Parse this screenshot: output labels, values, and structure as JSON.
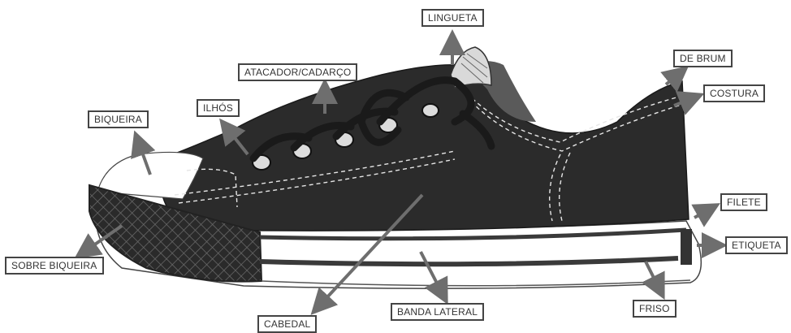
{
  "labels": {
    "lingueta": "LINGUETA",
    "atacador": "ATACADOR/CADARÇO",
    "de_brum": "DE BRUM",
    "costura": "COSTURA",
    "ilhos": "ILHÓS",
    "biqueira": "BIQUEIRA",
    "filete": "FILETE",
    "etiqueta": "ETIQUETA",
    "sobre_biqueira": "SOBRE BIQUEIRA",
    "friso": "FRISO",
    "banda_lateral": "BANDA LATERAL",
    "cabedal": "CABEDAL"
  },
  "colors": {
    "canvas": "#2b2b2b",
    "rubber": "#ffffff",
    "stripe": "#3a3a3a",
    "arrow": "#6e6e6e",
    "label_border": "#444444"
  }
}
